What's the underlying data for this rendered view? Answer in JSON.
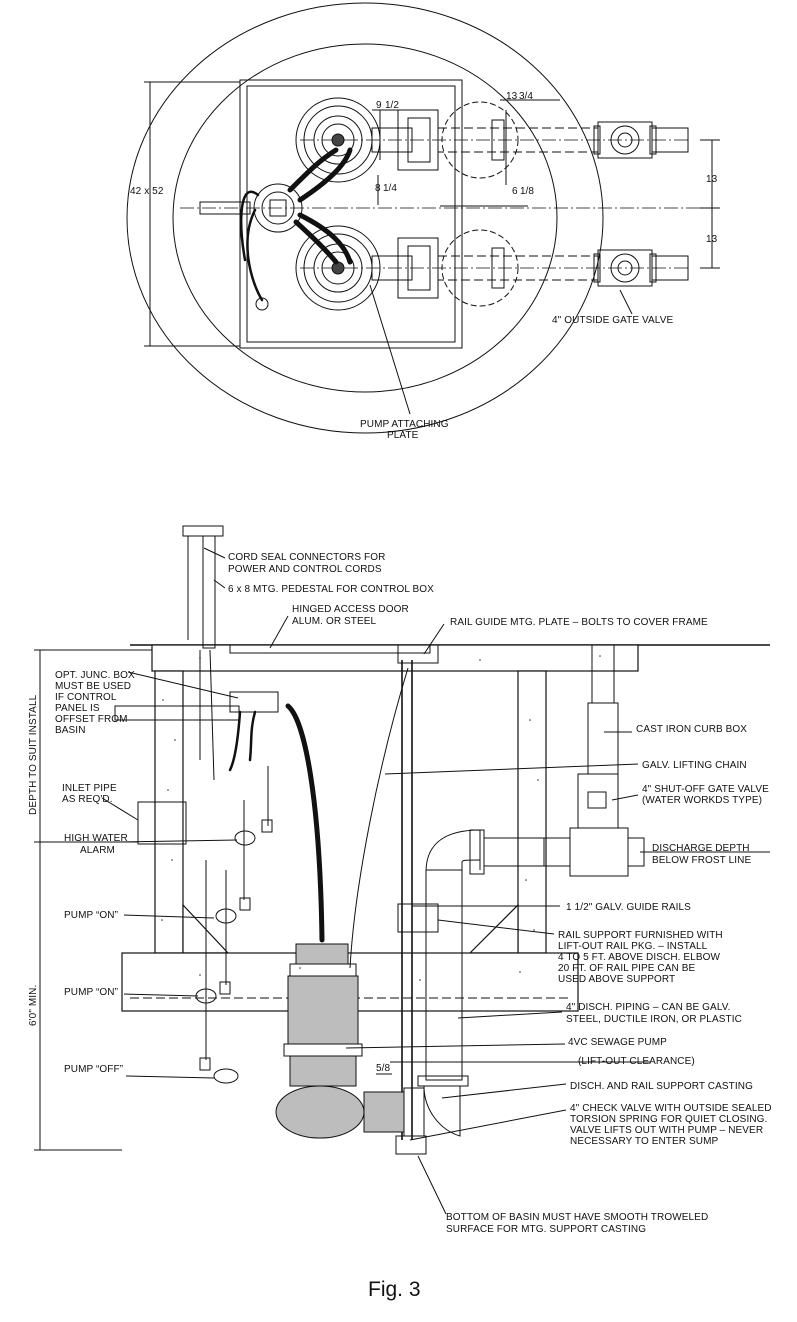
{
  "plan_view": {
    "dim_9_half": "9",
    "dim_9_half_frac": "1/2",
    "dim_13_3_4": "13",
    "dim_13_3_4_frac": "3/4",
    "dim_8_1_4": "8",
    "dim_8_1_4_frac": "1/4",
    "dim_6_1_8": "6",
    "dim_6_1_8_frac": "1/8",
    "dim_42x52": "42 x 52",
    "dim_13_upper": "13",
    "dim_13_lower": "13",
    "gate_valve_label": "4\" OUTSIDE GATE VALVE",
    "attach_plate_line1": "PUMP ATTACHING",
    "attach_plate_line2": "PLATE"
  },
  "section_view": {
    "cord_seal_line1": "CORD SEAL CONNECTORS FOR",
    "cord_seal_line2": "POWER AND CONTROL CORDS",
    "pedestal": "6 x 8 MTG. PEDESTAL FOR CONTROL BOX",
    "access_door_line1": "HINGED ACCESS DOOR",
    "access_door_line2": "ALUM. OR STEEL",
    "rail_guide_plate": "RAIL GUIDE MTG. PLATE – BOLTS TO COVER FRAME",
    "junc_box_line1": "OPT. JUNC. BOX",
    "junc_box_line2": "MUST BE USED",
    "junc_box_line3": "IF CONTROL",
    "junc_box_line4": "PANEL IS",
    "junc_box_line5": "OFFSET FROM",
    "junc_box_line6": "BASIN",
    "depth_to_suit": "DEPTH TO SUIT INSTALL",
    "curb_box": "CAST IRON CURB BOX",
    "lifting_chain": "GALV. LIFTING CHAIN",
    "inlet_pipe_line1": "INLET PIPE",
    "inlet_pipe_line2": "AS REQ'D.",
    "shutoff_valve_line1": "4\" SHUT-OFF GATE VALVE",
    "shutoff_valve_line2": "(WATER WORKDS TYPE)",
    "high_water_line1": "HIGH WATER",
    "high_water_line2": "ALARM",
    "discharge_depth_line1": "DISCHARGE DEPTH",
    "discharge_depth_line2": "BELOW FROST LINE",
    "guide_rails": "1 1/2\" GALV. GUIDE RAILS",
    "pump_on_1": "PUMP “ON”",
    "rail_support_line1": "RAIL SUPPORT FURNISHED WITH",
    "rail_support_line2": "LIFT-OUT RAIL PKG. – INSTALL",
    "rail_support_line3": "4 TO 5 FT. ABOVE DISCH. ELBOW",
    "rail_support_line4": "20 FT. OF RAIL PIPE CAN BE",
    "rail_support_line5": "USED ABOVE SUPPORT",
    "six_ft_min": "6'0\" MIN.",
    "pump_on_2": "PUMP “ON”",
    "disch_piping_line1": "4\" DISCH. PIPING – CAN BE GALV.",
    "disch_piping_line2": "STEEL, DUCTILE IRON, OR PLASTIC",
    "sewage_pump": "4VC SEWAGE PUMP",
    "pump_off": "PUMP “OFF”",
    "liftout_clearance": "(LIFT-OUT CLEARANCE)",
    "dim_5_8": "5/8",
    "disch_casting": "DISCH. AND RAIL SUPPORT CASTING",
    "check_valve_line1": "4\" CHECK VALVE WITH OUTSIDE SEALED",
    "check_valve_line2": "TORSION SPRING FOR QUIET CLOSING.",
    "check_valve_line3": "VALVE LIFTS OUT WITH PUMP – NEVER",
    "check_valve_line4": "NECESSARY TO ENTER SUMP",
    "bottom_line1": "BOTTOM OF BASIN MUST HAVE SMOOTH TROWELED",
    "bottom_line2": "SURFACE FOR MTG. SUPPORT CASTING"
  },
  "caption": "Fig. 3"
}
